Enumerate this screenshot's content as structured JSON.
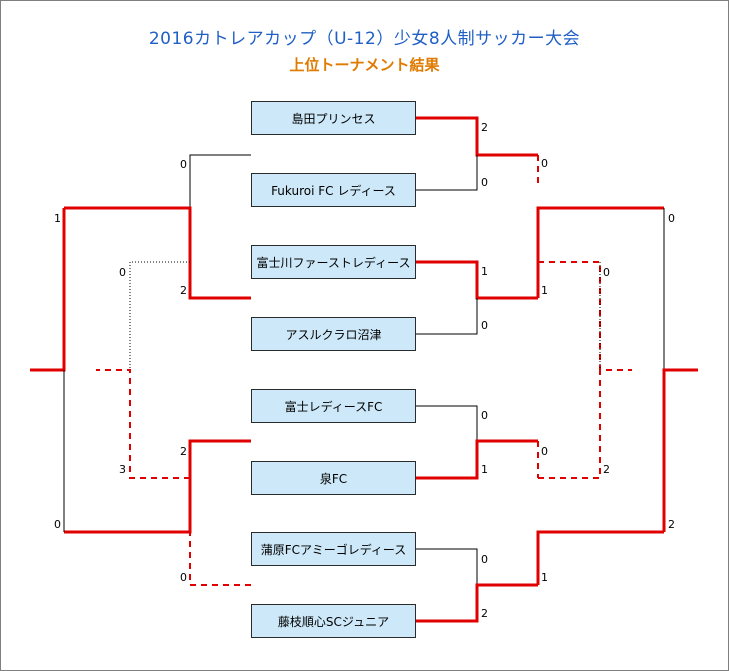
{
  "title": "2016カトレアカップ（U-12）少女8人制サッカー大会",
  "subtitle": "上位トーナメント結果",
  "teams": [
    "島田プリンセス",
    "Fukuroi FC レディース",
    "富士川ファーストレディース",
    "アスルクラロ沼津",
    "富士レディースFC",
    "泉FC",
    "蒲原FCアミーゴレディース",
    "藤枝順心SCジュニア"
  ],
  "scores": {
    "r1_shimada": "2",
    "r1_fukuroi": "0",
    "r1_fujikawa": "1",
    "r1_azul": "0",
    "r1_fujiladies": "0",
    "r1_izumi": "1",
    "r1_kanbara": "0",
    "r1_fujieda": "2",
    "qf_shimada_vs": "0",
    "qf_fujikawa_vs": "1",
    "qf_izumi_vs": "0",
    "qf_fujieda_vs": "1",
    "qf_left_top_a": "0",
    "qf_left_top_b": "2",
    "qf_left_bot_a": "2",
    "qf_left_bot_b": "0",
    "sf_left_top": "1",
    "sf_left_bot": "0",
    "sf_right_top": "0",
    "sf_right_bot": "2",
    "place_left_top": "0",
    "place_left_bot": "3",
    "place_right_top": "0",
    "place_right_bot": "2"
  },
  "colors": {
    "title": "#1f5fc6",
    "subtitle": "#e07a00",
    "winner_line": "#e00000",
    "loser_line": "#000000",
    "team_box": "#cde8f8"
  }
}
